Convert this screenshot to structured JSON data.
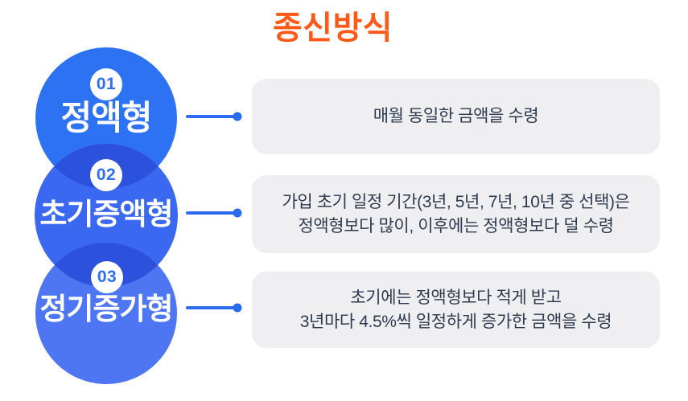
{
  "title": {
    "text": "종신방식"
  },
  "colors": {
    "title": "#ff5a1a",
    "circle_01": "#2e72f4",
    "circle_02": "#3a68f0",
    "circle_03": "#4e76f3",
    "circle_overlap": "#2c51dd",
    "connector": "#2b6af2",
    "badge_bg": "#ffffff",
    "badge_text": "#2e6ff5",
    "label_text": "#ffffff",
    "box_bg": "#efeff1",
    "box_text": "#2e3a4e"
  },
  "items": [
    {
      "number": "01",
      "label": "정액형",
      "description_lines": [
        "매월 동일한 금액을 수령"
      ]
    },
    {
      "number": "02",
      "label": "초기증액형",
      "description_lines": [
        "가입 초기 일정 기간(3년, 5년, 7년, 10년 중 선택)은",
        "정액형보다 많이, 이후에는 정액형보다 덜 수령"
      ]
    },
    {
      "number": "03",
      "label": "정기증가형",
      "description_lines": [
        "초기에는 정액형보다 적게 받고",
        "3년마다 4.5%씩 일정하게 증가한 금액을 수령"
      ]
    }
  ]
}
